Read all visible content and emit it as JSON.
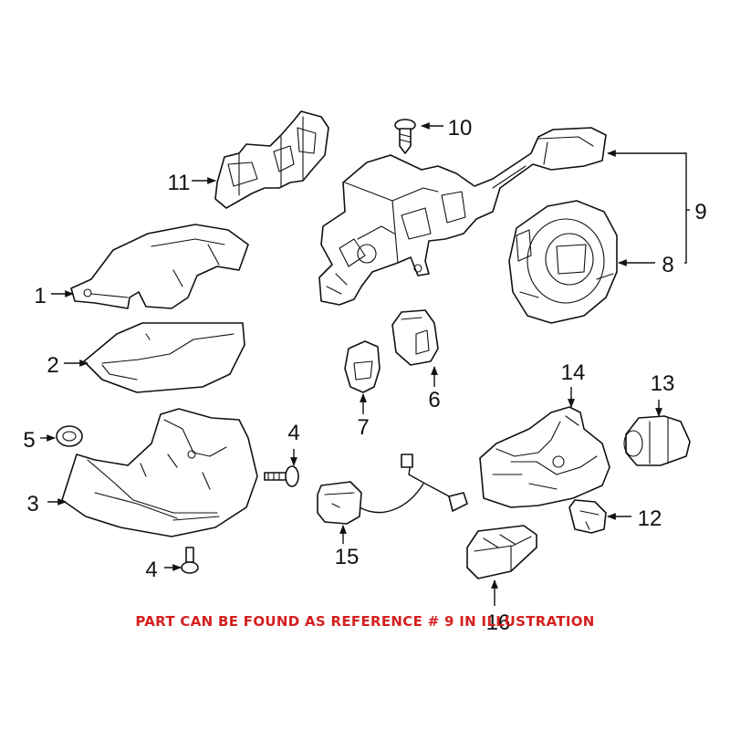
{
  "callouts": {
    "c1": "1",
    "c2": "2",
    "c3": "3",
    "c4a": "4",
    "c4b": "4",
    "c5": "5",
    "c6": "6",
    "c7": "7",
    "c8": "8",
    "c9": "9",
    "c10": "10",
    "c11": "11",
    "c12": "12",
    "c13": "13",
    "c14": "14",
    "c15": "15",
    "c16": "16"
  },
  "notice": "PART CAN BE FOUND AS REFERENCE # 9 IN ILLUSTRATION",
  "colors": {
    "notice": "#d42020",
    "line": "#111111",
    "background": "#ffffff"
  }
}
